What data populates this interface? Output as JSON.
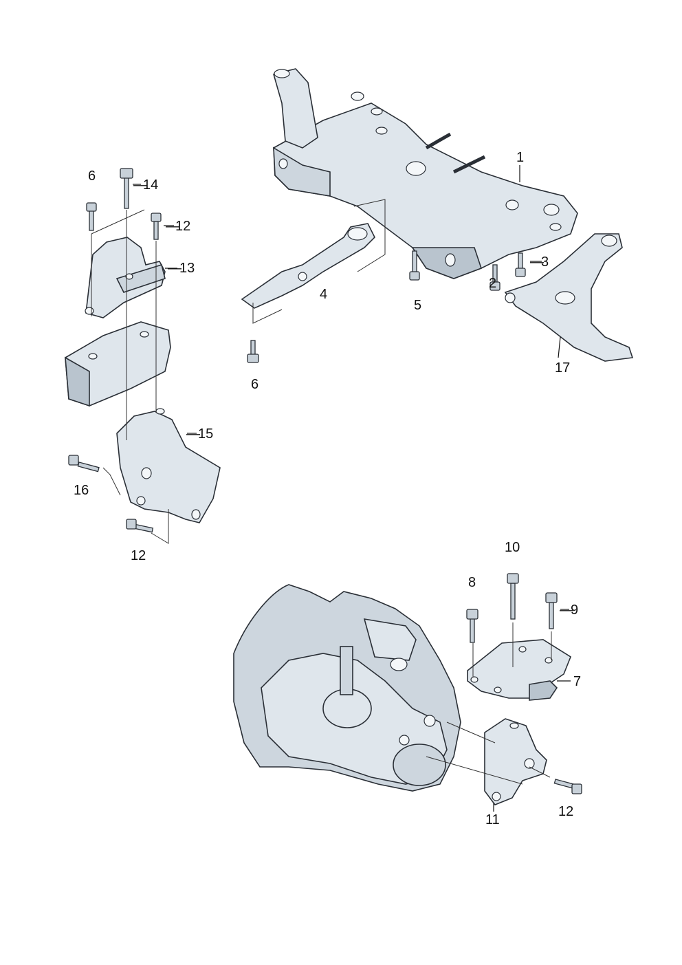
{
  "labels": {
    "p1": "1",
    "p2": "2",
    "p3": "3",
    "p4": "4",
    "p5": "5",
    "p6a": "6",
    "p6b": "6",
    "p7": "7",
    "p8": "8",
    "p9": "9",
    "p10": "10",
    "p11": "11",
    "p12a": "12",
    "p12b": "12",
    "p12c": "12",
    "p13": "13",
    "p14": "14",
    "p15": "15",
    "p16": "16",
    "p17": "17"
  }
}
